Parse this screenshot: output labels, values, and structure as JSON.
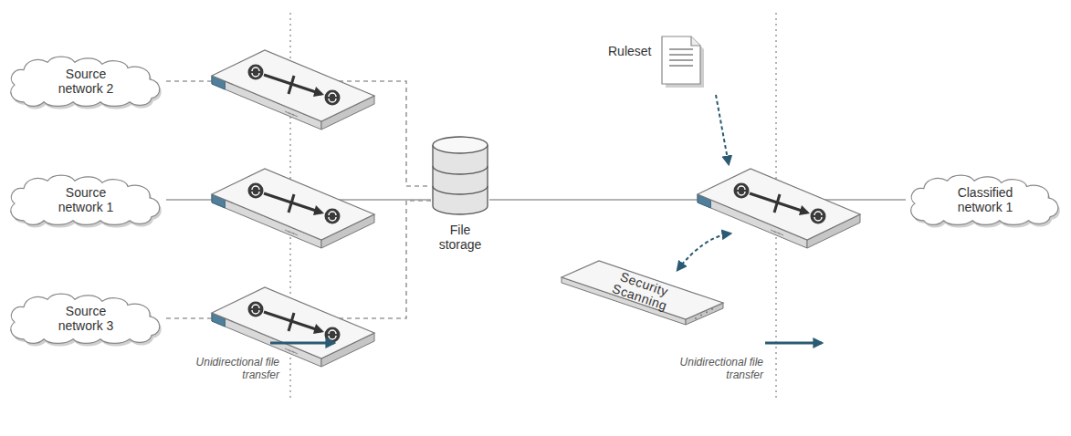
{
  "diagram": {
    "nodes": [
      {
        "text": [
          "Source network 2"
        ]
      },
      {
        "text": [
          "Source network 1"
        ]
      },
      {
        "text": [
          "Source network 3"
        ]
      },
      {
        "text": [
          "File storage"
        ]
      },
      {
        "text": [
          "Ruleset"
        ]
      },
      {
        "text": [
          "Security Scanning"
        ]
      },
      {
        "text": [
          "Classified network 1"
        ]
      }
    ],
    "edges": [
      {
        "from": 0,
        "to": 3,
        "arrow": "none"
      },
      {
        "from": 1,
        "to": 3,
        "arrow": "none"
      },
      {
        "from": 2,
        "to": 3,
        "arrow": "none"
      },
      {
        "from": 3,
        "to": 6,
        "arrow": "none"
      }
    ],
    "labels": [
      "Unidirectional file transfer",
      "Unidirectional file transfer"
    ]
  }
}
